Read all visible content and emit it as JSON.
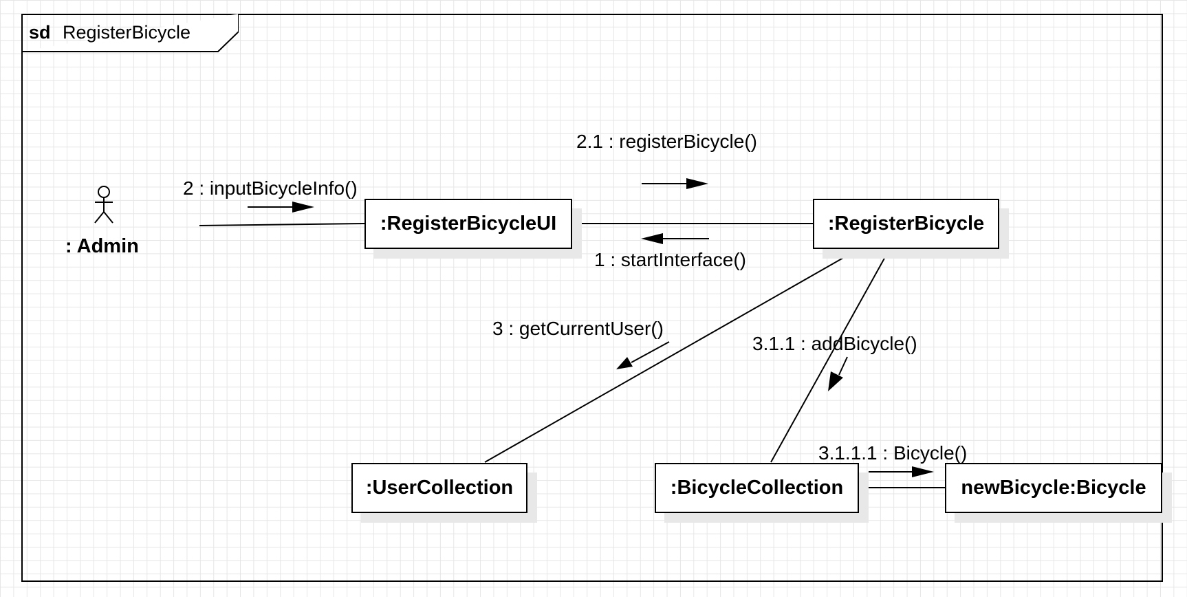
{
  "frame": {
    "keyword": "sd",
    "name": "RegisterBicycle"
  },
  "actor": {
    "label": ": Admin"
  },
  "objects": {
    "register_ui": ":RegisterBicycleUI",
    "register": ":RegisterBicycle",
    "user_collection": ":UserCollection",
    "bicycle_collection": ":BicycleCollection",
    "new_bicycle": "newBicycle:Bicycle"
  },
  "messages": {
    "m1": "1 : startInterface()",
    "m2": "2 : inputBicycleInfo()",
    "m21": "2.1 : registerBicycle()",
    "m3": "3 : getCurrentUser()",
    "m311": "3.1.1 : addBicycle()",
    "m3111": "3.1.1.1 : Bicycle()"
  }
}
